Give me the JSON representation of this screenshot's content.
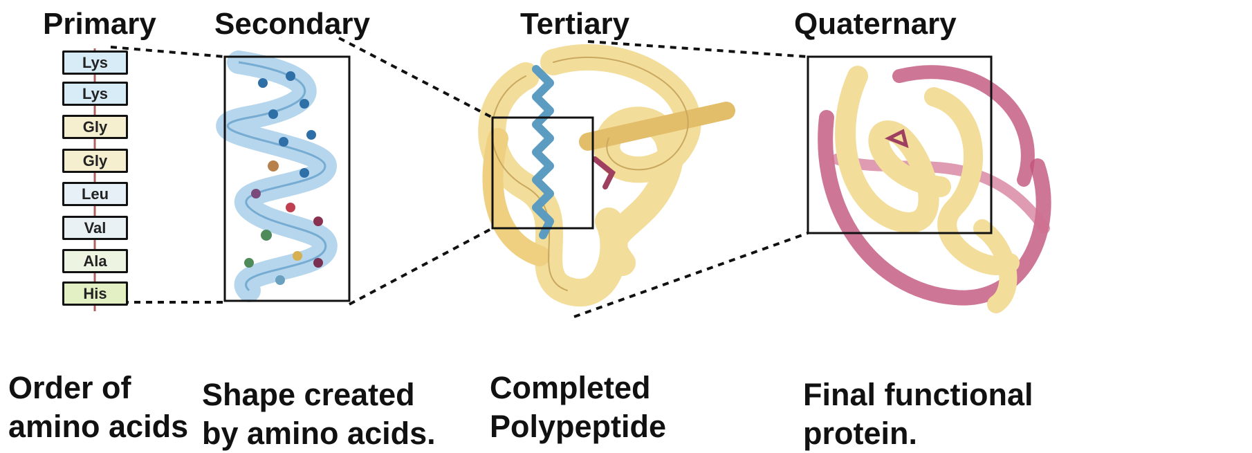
{
  "levels": [
    {
      "title": "Primary",
      "caption_line1": "Order of",
      "caption_line2": "amino acids"
    },
    {
      "title": "Secondary",
      "caption_line1": "Shape created",
      "caption_line2": "by amino acids."
    },
    {
      "title": "Tertiary",
      "caption_line1": "Completed",
      "caption_line2": "Polypeptide"
    },
    {
      "title": "Quaternary",
      "caption_line1": "Final functional",
      "caption_line2": "protein."
    }
  ],
  "amino_acids": [
    {
      "label": "Lys",
      "color": "#d8ecf8"
    },
    {
      "label": "Lys",
      "color": "#d8ecf8"
    },
    {
      "label": "Gly",
      "color": "#f6efcf"
    },
    {
      "label": "Gly",
      "color": "#f6efcf"
    },
    {
      "label": "Leu",
      "color": "#e6f0f6"
    },
    {
      "label": "Val",
      "color": "#eaf1f4"
    },
    {
      "label": "Ala",
      "color": "#eef4e2"
    },
    {
      "label": "His",
      "color": "#e2f0c4"
    }
  ],
  "colors": {
    "helix": "#9cc8e6",
    "tertiary_chain": "#f3dd9a",
    "quaternary_chain": "#c2547a",
    "outline": "#111111"
  }
}
